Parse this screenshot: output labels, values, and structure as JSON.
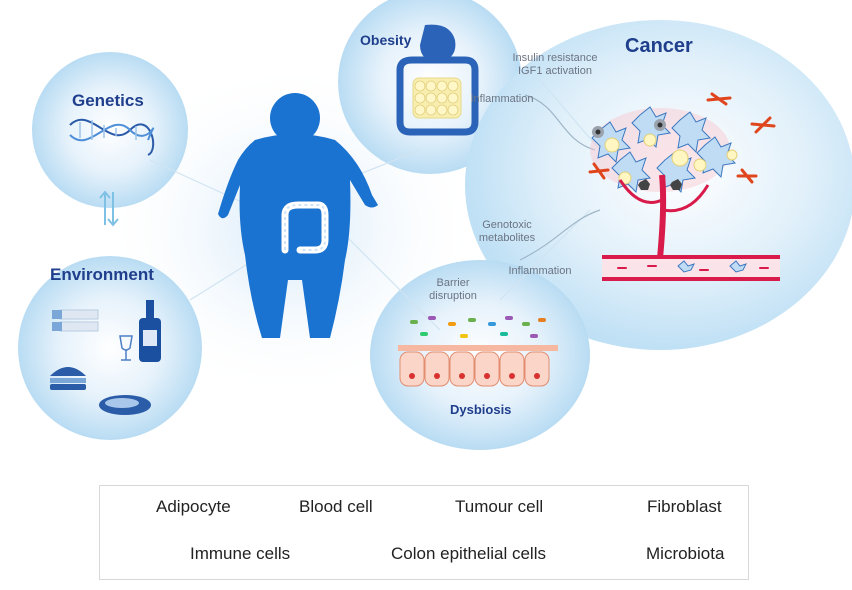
{
  "labels": {
    "genetics": "Genetics",
    "environment": "Environment",
    "obesity": "Obesity",
    "cancer": "Cancer",
    "dysbiosis": "Dysbiosis",
    "insulin_resistance": "Insulin resistance",
    "igf1_activation": "IGF1 activation",
    "inflammation_top": "Inflammation",
    "genotoxic": "Genotoxic",
    "metabolites": "metabolites",
    "barrier": "Barrier",
    "disruption": "disruption",
    "inflammation_bottom": "Inflammation"
  },
  "legend": {
    "adipocyte": "Adipocyte",
    "blood_cell": "Blood cell",
    "tumour_cell": "Tumour cell",
    "fibroblast": "Fibroblast",
    "immune_cells": "Immune cells",
    "colon_epithelial": "Colon epithelial cells",
    "microbiota": "Microbiota"
  },
  "colors": {
    "title_blue": "#1f3e8c",
    "silhouette_blue": "#1a73d1",
    "bubble_blue": "#cfe6f7",
    "vessel_red": "#d81b4a",
    "fibroblast_orange": "#e0461d",
    "adipocyte_yellow": "#f7eeb0"
  }
}
